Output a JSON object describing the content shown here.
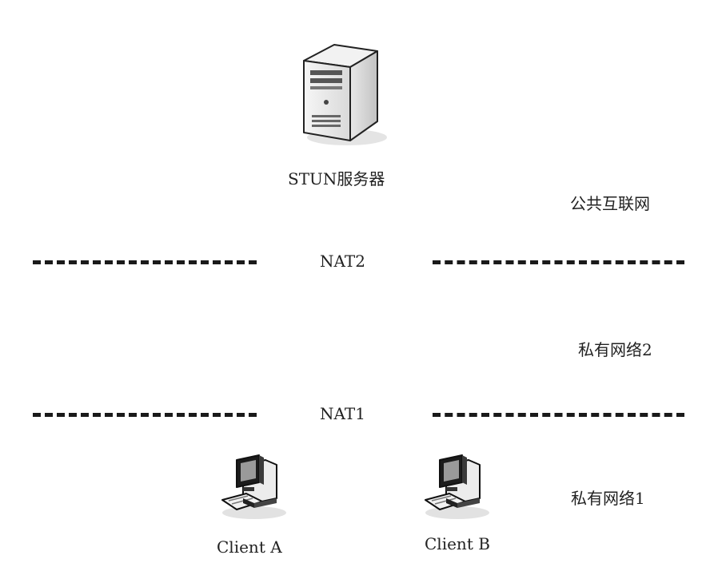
{
  "server": {
    "label": "STUN服务器"
  },
  "nat2": {
    "label": "NAT2"
  },
  "nat1": {
    "label": "NAT1"
  },
  "zones": {
    "public": "公共互联网",
    "private2": "私有网络2",
    "private1": "私有网络1"
  },
  "clients": [
    {
      "label": "Client  A"
    },
    {
      "label": "Client  B"
    }
  ]
}
